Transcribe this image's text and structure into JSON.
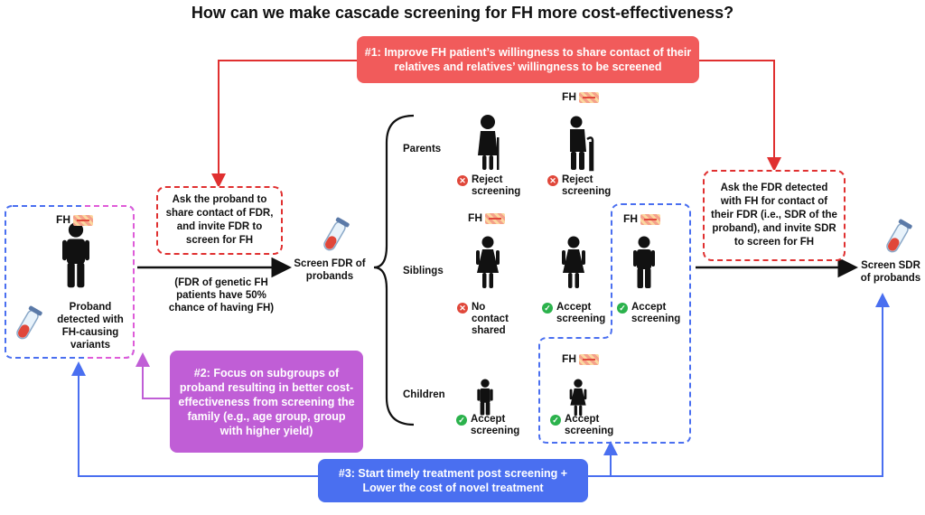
{
  "title": "How can we make cascade screening for FH more cost-effectiveness?",
  "strategies": {
    "s1": "#1: Improve FH patient’s willingness to share contact of their relatives and relatives’ willingness to be screened",
    "s2": "#2: Focus on subgroups of proband resulting in better cost-effectiveness from screening the family (e.g., age group, group with higher yield)",
    "s3": "#3: Start timely treatment post screening + Lower the cost of novel treatment"
  },
  "proband": {
    "fh_label": "FH",
    "caption": "Proband detected with FH-causing variants"
  },
  "ask_proband": "Ask the proband to share contact of FDR, and invite FDR to screen for FH",
  "fdr_note": "(FDR of genetic FH patients have 50% chance of having FH)",
  "screen_fdr": "Screen FDR of probands",
  "groups": {
    "parents": "Parents",
    "siblings": "Siblings",
    "children": "Children"
  },
  "fh_tag": "FH",
  "outcomes": {
    "parent_1": "Reject screening",
    "parent_2": "Reject screening",
    "sibling_1": "No contact shared",
    "sibling_2": "Accept screening",
    "sibling_3": "Accept screening",
    "child_1": "Accept screening",
    "child_2": "Accept screening"
  },
  "ask_fdr": "Ask the FDR detected with FH for contact of their FDR (i.e., SDR of the proband), and invite SDR to screen for FH",
  "screen_sdr": "Screen SDR of probands",
  "colors": {
    "red": "#f15b5b",
    "purple": "#c05ed6",
    "blue": "#4a6ff0",
    "pink": "#e05bd8",
    "check": "#2bb24c",
    "cross": "#e0473a"
  }
}
